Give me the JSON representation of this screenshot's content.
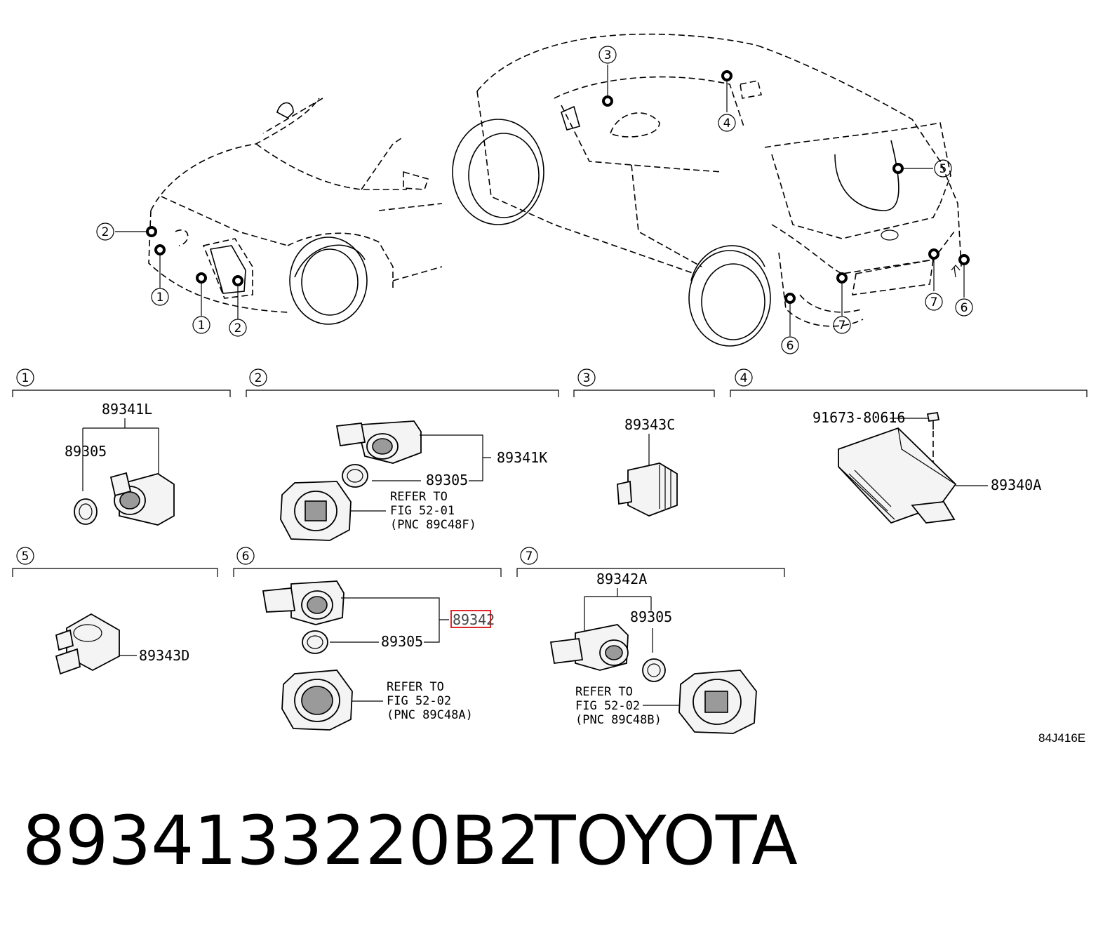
{
  "callouts": {
    "c1": "1",
    "c2": "2",
    "c3": "3",
    "c4": "4",
    "c5": "5",
    "c6": "6",
    "c7": "7"
  },
  "sections": [
    {
      "num": "1",
      "parts": [
        "89341L",
        "89305"
      ]
    },
    {
      "num": "2",
      "parts": [
        "89341K",
        "89305"
      ],
      "refer": [
        "REFER TO",
        "FIG 52-01",
        "(PNC 89C48F)"
      ]
    },
    {
      "num": "3",
      "parts": [
        "89343C"
      ]
    },
    {
      "num": "4",
      "parts": [
        "91673-80616",
        "89340A"
      ]
    },
    {
      "num": "5",
      "parts": [
        "89343D"
      ]
    },
    {
      "num": "6",
      "parts": [
        "89342",
        "89305"
      ],
      "refer": [
        "REFER TO",
        "FIG 52-02",
        "(PNC 89C48A)"
      ]
    },
    {
      "num": "7",
      "parts": [
        "89342A",
        "89305"
      ],
      "refer": [
        "REFER TO",
        "FIG 52-02",
        "(PNC 89C48B)"
      ]
    }
  ],
  "highlight_color": "#e0262b",
  "diagram_code": "84J416E",
  "footer": {
    "part_number": "8934133220B2",
    "brand": "TOYOTA"
  }
}
